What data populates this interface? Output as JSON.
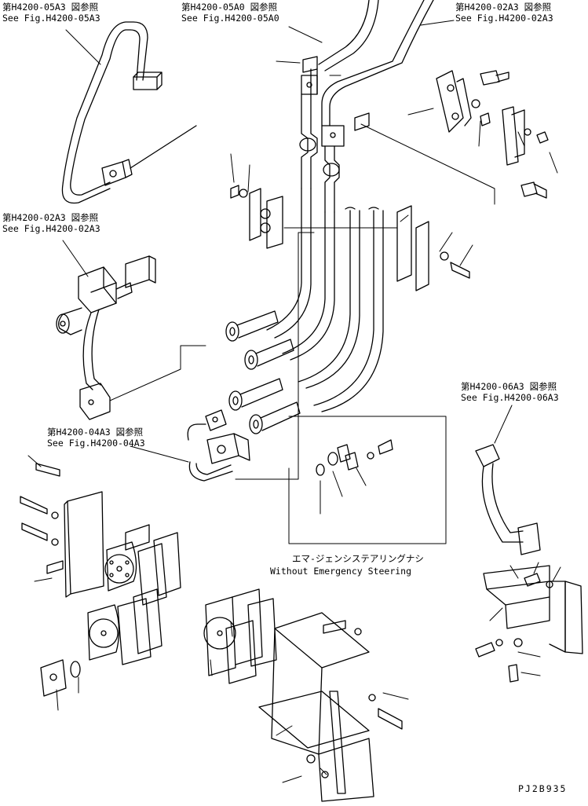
{
  "references": [
    {
      "jp": "第H4200-05A3 図参照",
      "en": "See Fig.H4200-05A3"
    },
    {
      "jp": "第H4200-05A0 図参照",
      "en": "See Fig.H4200-05A0"
    },
    {
      "jp": "第H4200-02A3 図参照",
      "en": "See Fig.H4200-02A3"
    },
    {
      "jp": "第H4200-02A3 図参照",
      "en": "See Fig.H4200-02A3"
    },
    {
      "jp": "第H4200-06A3 図参照",
      "en": "See Fig.H4200-06A3"
    },
    {
      "jp": "第H4200-04A3 図参照",
      "en": "See Fig.H4200-04A3"
    }
  ],
  "inset": {
    "jp": "エマ-ジェンシステアリングナシ",
    "en": "Without Emergency Steering"
  },
  "drawing_code": "PJ2B935"
}
